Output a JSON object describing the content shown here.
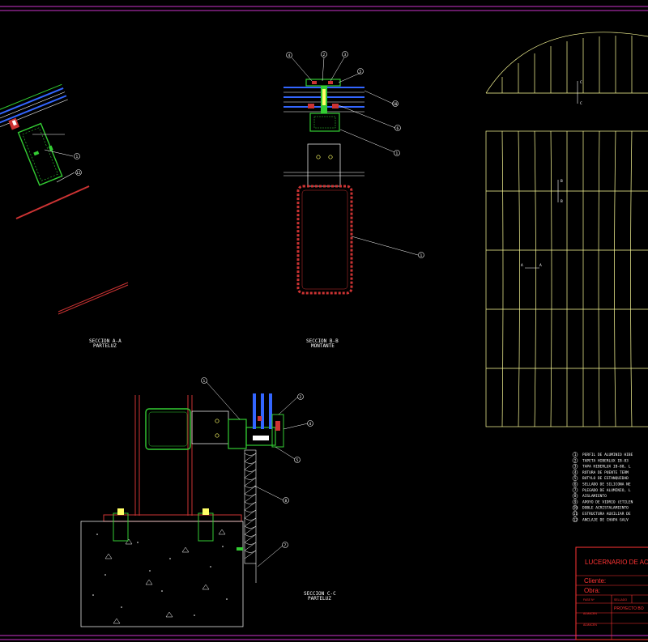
{
  "colors": {
    "background": "#000000",
    "frame": "#cc33cc",
    "outline": "#ffffff",
    "section": "#33cc33",
    "glass": "#3366ff",
    "hatch": "#cc3333",
    "grid": "#ffff99",
    "titleblock": "#ff3333"
  },
  "sections": {
    "aa": {
      "title": "SECCION A-A",
      "sub": "PARTELUZ"
    },
    "bb": {
      "title": "SECCION B-B",
      "sub": "MONTANTE"
    },
    "cc": {
      "title": "SECCION C-C",
      "sub": "PARTELUZ"
    }
  },
  "elevation_marks": {
    "c1": "C",
    "c2": "C",
    "b1": "B",
    "b2": "B",
    "a1": "A",
    "a2": "A"
  },
  "callouts": {
    "aa_1": "1",
    "aa_2": "12",
    "bb_4": "4",
    "bb_2": "2",
    "bb_3": "3",
    "bb_5": "5",
    "bb_10": "10",
    "bb_6": "6",
    "bb_1": "1",
    "bb_1b": "1",
    "cc_1": "1",
    "cc_2": "2",
    "cc_4": "4",
    "cc_5": "5",
    "cc_8": "8",
    "cc_7": "7"
  },
  "legend": [
    {
      "num": "1",
      "text": "PERFIL DE ALUMINIO HIBE"
    },
    {
      "num": "2",
      "text": "TAPETA HIBERLUX IB-83"
    },
    {
      "num": "3",
      "text": "TAPA HIBERLUX IB-88, L"
    },
    {
      "num": "4",
      "text": "ROTURA DE PUENTE TERM"
    },
    {
      "num": "5",
      "text": "BUTYLO DE ESTANQUIDAD"
    },
    {
      "num": "6",
      "text": "SELLADO DE SILICONA NE"
    },
    {
      "num": "7",
      "text": "PLEGADO DE ALUMINIO, L"
    },
    {
      "num": "8",
      "text": "AISLAMIENTO"
    },
    {
      "num": "9",
      "text": "APOYO DE VIDRIO (ETILEN"
    },
    {
      "num": "10",
      "text": "DOBLE ACRISTALAMIENTO"
    },
    {
      "num": "11",
      "text": "ESTRUCTURA AUXILIAR DE"
    },
    {
      "num": "12",
      "text": "ANCLAJE DE CHAPA GALV"
    }
  ],
  "titleblock": {
    "title": "LUCERNARIO DE AC",
    "cliente": "Cliente:",
    "obra": "Obra:",
    "proyecto": "PROYECTO BO",
    "row1_a": "FASE Nº",
    "row1_b": "SELLADO",
    "row2": "ALMACEN",
    "row3": "ALMACEN"
  }
}
